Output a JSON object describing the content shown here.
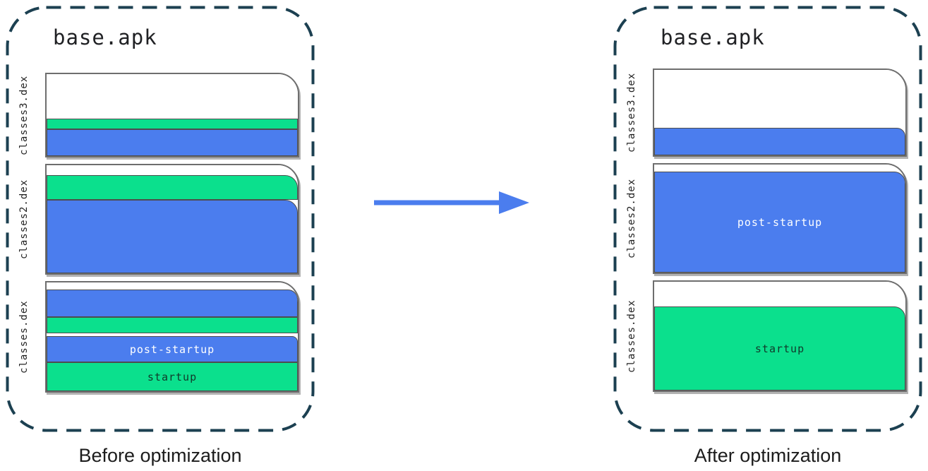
{
  "colors": {
    "blue": "#4B7DEE",
    "green": "#0BE08D",
    "dashed_container": "#1C4051",
    "file_border": "#6E6E6E",
    "band_border": "#4D4D4D",
    "arrow": "#4B7DEE",
    "post_startup_label_color": "#FFFFFF",
    "startup_label_color": "#11392A"
  },
  "icons": {
    "arrow": "right-arrow-icon"
  },
  "legend": {
    "green_means": "startup",
    "blue_means": "post-startup"
  },
  "panels": [
    {
      "id": "before",
      "title": "base.apk",
      "caption": "Before optimization",
      "files": [
        {
          "label": "classes3.dex",
          "segments": [
            {
              "kind": "unused",
              "height": 67
            },
            {
              "kind": "startup",
              "height": 15
            },
            {
              "kind": "post-startup",
              "height": 38
            }
          ]
        },
        {
          "label": "classes2.dex",
          "segments": [
            {
              "kind": "unused",
              "height": 18
            },
            {
              "kind": "startup",
              "height": 35,
              "curl": 18
            },
            {
              "kind": "post-startup",
              "height": 104,
              "curl": 18
            }
          ]
        },
        {
          "label": "classes.dex",
          "segments": [
            {
              "kind": "unused",
              "height": 14
            },
            {
              "kind": "post-startup",
              "height": 39,
              "curl": 14
            },
            {
              "kind": "startup",
              "height": 23
            },
            {
              "kind": "unused",
              "height": 4
            },
            {
              "kind": "post-startup",
              "height": 37,
              "text": "post-startup",
              "curl": 8
            },
            {
              "kind": "startup",
              "height": 41,
              "text": "startup"
            }
          ]
        }
      ]
    },
    {
      "id": "after",
      "title": "base.apk",
      "caption": "After optimization",
      "files": [
        {
          "label": "classes3.dex",
          "segments": [
            {
              "kind": "unused",
              "height": 86
            },
            {
              "kind": "post-startup",
              "height": 39,
              "curl": 12
            }
          ]
        },
        {
          "label": "classes2.dex",
          "segments": [
            {
              "kind": "unused",
              "height": 14
            },
            {
              "kind": "post-startup",
              "height": 143,
              "text": "post-startup",
              "curl": 16
            }
          ]
        },
        {
          "label": "classes.dex",
          "segments": [
            {
              "kind": "unused",
              "height": 39
            },
            {
              "kind": "startup",
              "height": 119,
              "text": "startup",
              "curl": 16
            }
          ]
        }
      ]
    }
  ]
}
